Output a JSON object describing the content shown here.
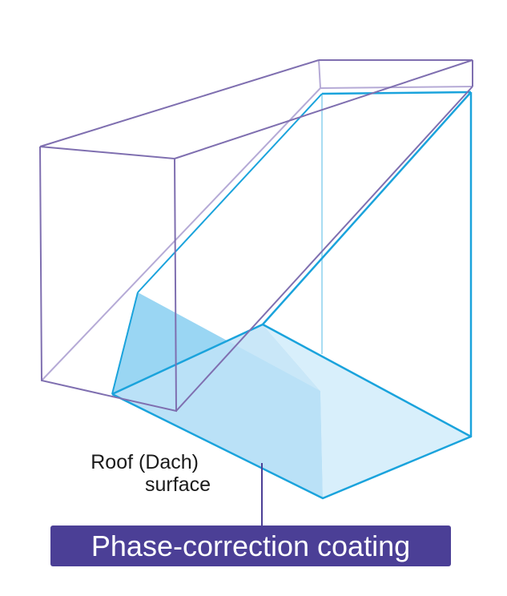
{
  "labels": {
    "roof_line1": "Roof (Dach)",
    "roof_line2": "surface"
  },
  "banner": {
    "text": "Phase-correction coating"
  },
  "colors": {
    "outline": "#7f6fb0",
    "outline_light": "#b5aad6",
    "prism": "#1aa3dc",
    "face_dark": "#8fd2f2",
    "face_mid": "#bfe3f7",
    "face_light": "#d8effb",
    "banner": "#4b3f96"
  }
}
